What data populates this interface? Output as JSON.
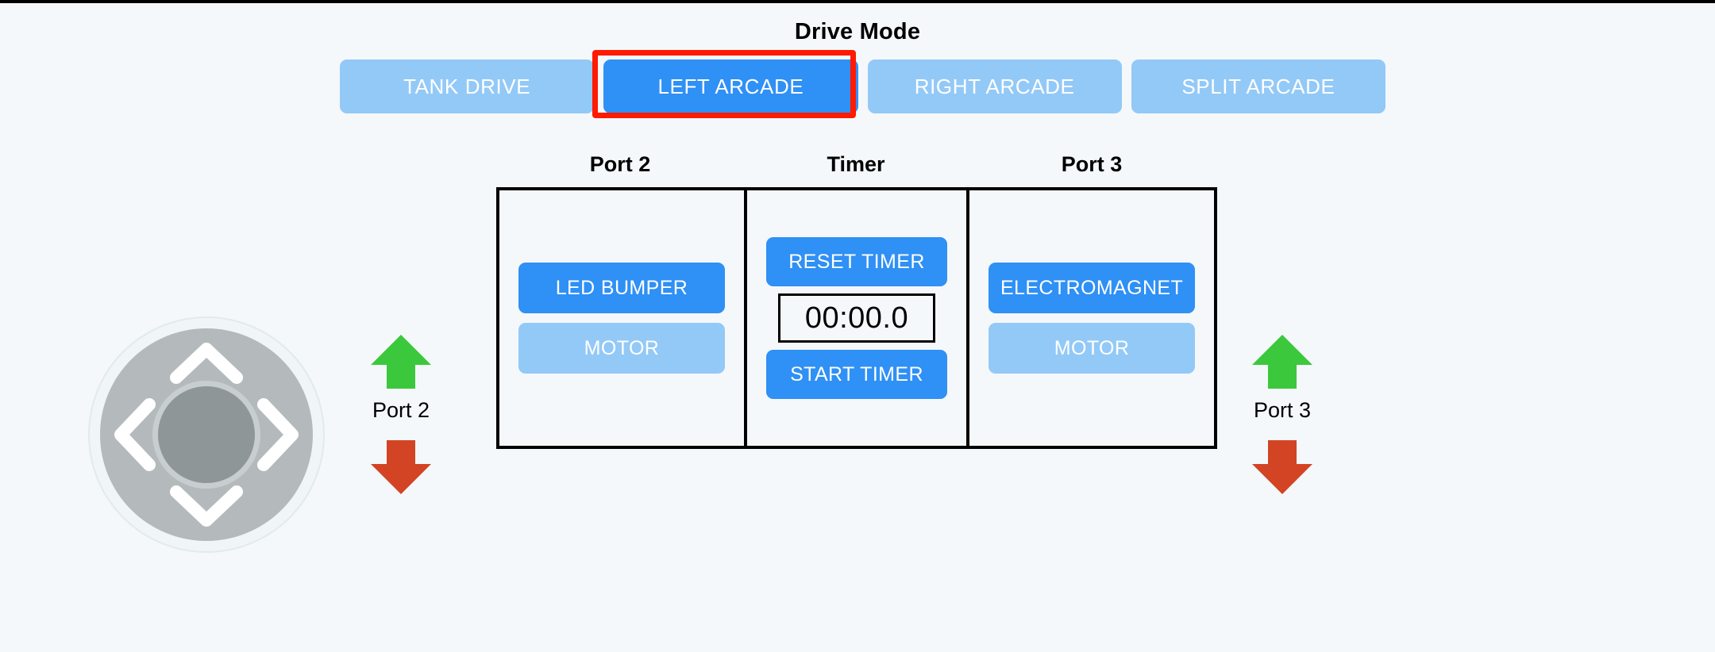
{
  "header": {
    "title": "Drive Mode",
    "modes": [
      {
        "label": "TANK DRIVE",
        "active": false
      },
      {
        "label": "LEFT ARCADE",
        "active": true
      },
      {
        "label": "RIGHT ARCADE",
        "active": false
      },
      {
        "label": "SPLIT ARCADE",
        "active": false
      }
    ],
    "selected_mode": "LEFT ARCADE",
    "highlight_color": "#ff1a00"
  },
  "panel": {
    "captions": {
      "port2": "Port 2",
      "timer": "Timer",
      "port3": "Port 3"
    },
    "port2": {
      "buttons": [
        {
          "label": "LED BUMPER",
          "state": "on"
        },
        {
          "label": "MOTOR",
          "state": "off"
        }
      ]
    },
    "timer": {
      "reset_label": "RESET TIMER",
      "display": "00:00.0",
      "start_label": "START TIMER"
    },
    "port3": {
      "buttons": [
        {
          "label": "ELECTROMAGNET",
          "state": "on"
        },
        {
          "label": "MOTOR",
          "state": "off"
        }
      ]
    }
  },
  "controls": {
    "dpad": {
      "name": "directional-pad",
      "directions": [
        "up",
        "left",
        "right",
        "down"
      ]
    },
    "port2_arrows": {
      "up_icon": "arrow-up-icon",
      "label": "Port 2",
      "down_icon": "arrow-down-icon"
    },
    "port3_arrows": {
      "up_icon": "arrow-up-icon",
      "label": "Port 3",
      "down_icon": "arrow-down-icon"
    }
  },
  "colors": {
    "background": "#f4f8fa",
    "button_active": "#2f90f5",
    "button_inactive": "#93c9f7",
    "arrow_up": "#3cc83c",
    "arrow_down": "#d24424",
    "border": "#000000",
    "dpad_ring": "#b4babc",
    "dpad_center": "#8e9698"
  }
}
